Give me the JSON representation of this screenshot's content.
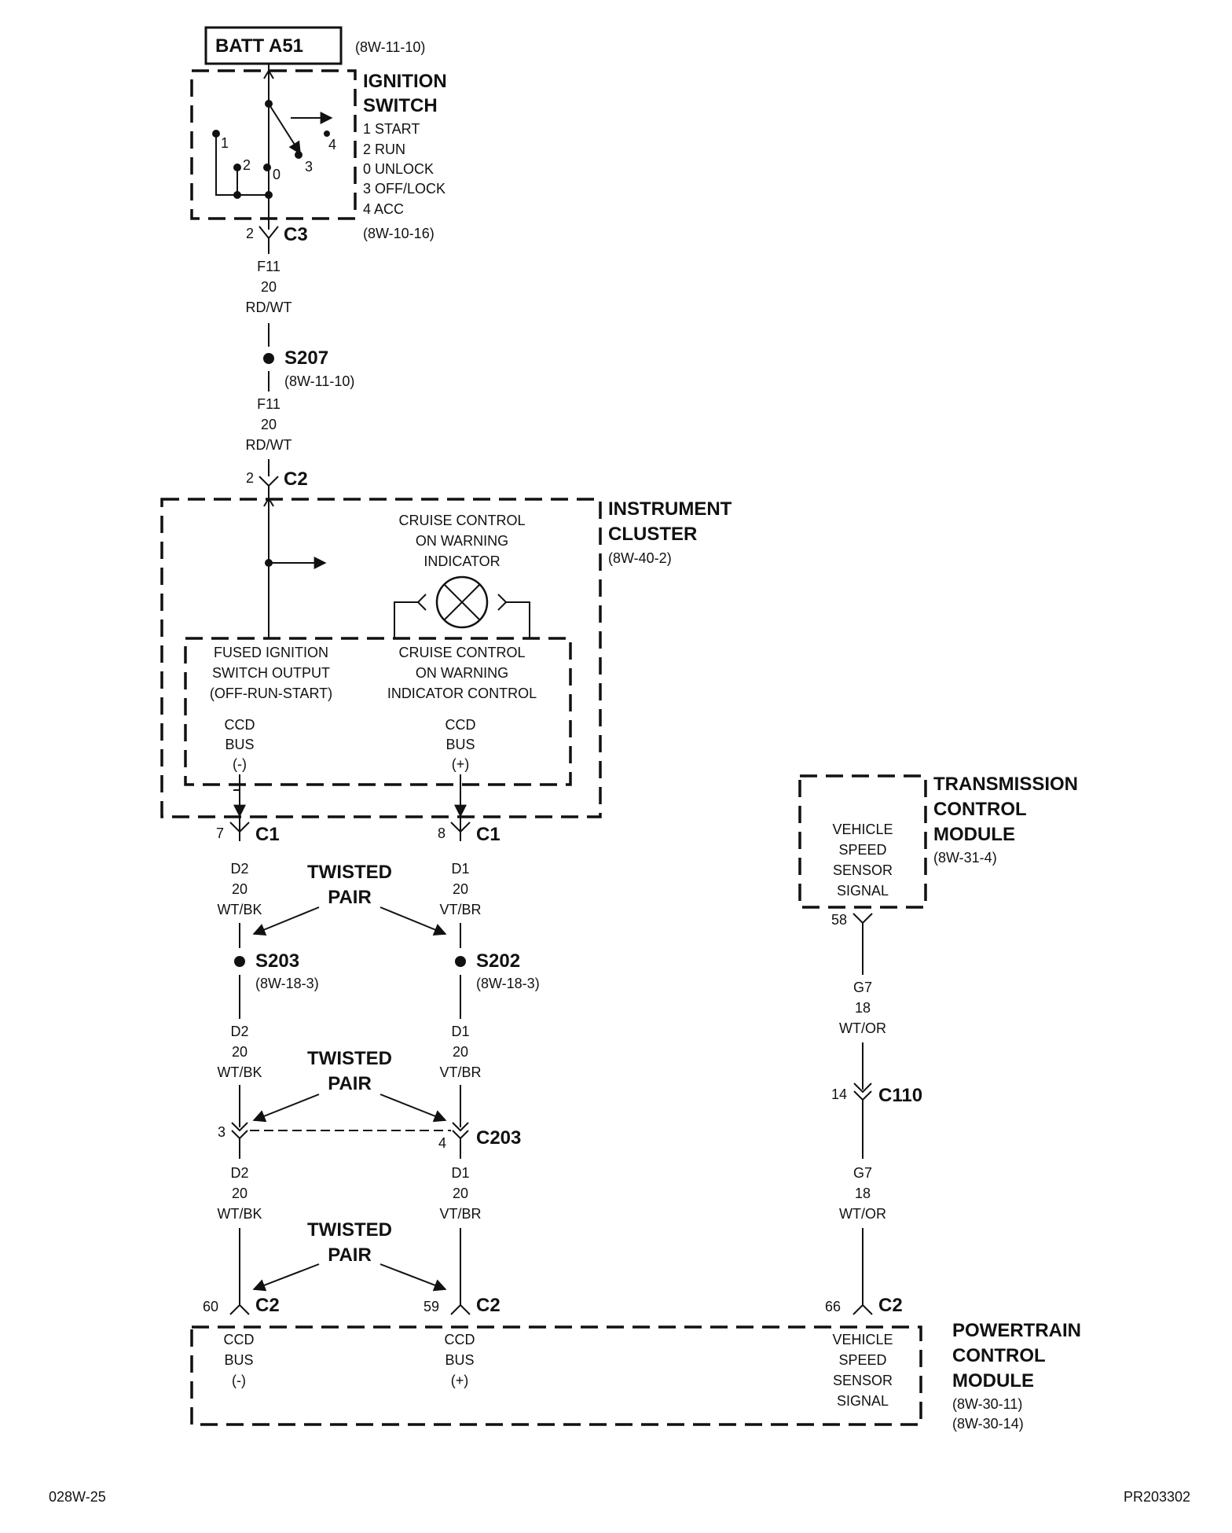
{
  "battery": {
    "label": "BATT A51",
    "ref": "(8W-11-10)"
  },
  "ignition_switch": {
    "title_1": "IGNITION",
    "title_2": "SWITCH",
    "legend": [
      "1 START",
      "2 RUN",
      "0 UNLOCK",
      "3 OFF/LOCK",
      "4 ACC"
    ],
    "ref": "(8W-10-16)",
    "positions": [
      "1",
      "2",
      "0",
      "3",
      "4"
    ]
  },
  "top_connector": {
    "pin": "2",
    "name": "C3"
  },
  "wire_f11_upper": {
    "circuit": "F11",
    "gauge": "20",
    "color": "RD/WT"
  },
  "splice_s207": {
    "name": "S207",
    "ref": "(8W-11-10)"
  },
  "wire_f11_lower": {
    "circuit": "F11",
    "gauge": "20",
    "color": "RD/WT"
  },
  "cluster_connector": {
    "pin": "2",
    "name": "C2"
  },
  "instrument_cluster": {
    "title_1": "INSTRUMENT",
    "title_2": "CLUSTER",
    "ref": "(8W-40-2)",
    "indicator": [
      "CRUISE CONTROL",
      "ON WARNING",
      "INDICATOR"
    ],
    "fused_output": [
      "FUSED IGNITION",
      "SWITCH OUTPUT",
      "(OFF-RUN-START)"
    ],
    "indicator_control": [
      "CRUISE CONTROL",
      "ON WARNING",
      "INDICATOR CONTROL"
    ],
    "ccd_minus": [
      "CCD",
      "BUS",
      "(-)"
    ],
    "ccd_plus": [
      "CCD",
      "BUS",
      "(+)"
    ]
  },
  "c1_left": {
    "pin": "7",
    "name": "C1"
  },
  "c1_right": {
    "pin": "8",
    "name": "C1"
  },
  "twisted_pair_label": [
    "TWISTED",
    "PAIR"
  ],
  "wire_d2_a": {
    "circuit": "D2",
    "gauge": "20",
    "color": "WT/BK"
  },
  "wire_d1_a": {
    "circuit": "D1",
    "gauge": "20",
    "color": "VT/BR"
  },
  "splice_s203": {
    "name": "S203",
    "ref": "(8W-18-3)"
  },
  "splice_s202": {
    "name": "S202",
    "ref": "(8W-18-3)"
  },
  "wire_d2_b": {
    "circuit": "D2",
    "gauge": "20",
    "color": "WT/BK"
  },
  "wire_d1_b": {
    "circuit": "D1",
    "gauge": "20",
    "color": "VT/BR"
  },
  "c203": {
    "pin_left": "3",
    "pin_right": "4",
    "name": "C203"
  },
  "wire_d2_c": {
    "circuit": "D2",
    "gauge": "20",
    "color": "WT/BK"
  },
  "wire_d1_c": {
    "circuit": "D1",
    "gauge": "20",
    "color": "VT/BR"
  },
  "pcm_c2": {
    "pin_60": "60",
    "pin_59": "59",
    "pin_66": "66",
    "name": "C2"
  },
  "tcm": {
    "title_1": "TRANSMISSION",
    "title_2": "CONTROL",
    "title_3": "MODULE",
    "ref": "(8W-31-4)",
    "signal": [
      "VEHICLE",
      "SPEED",
      "SENSOR",
      "SIGNAL"
    ],
    "pin": "58"
  },
  "wire_g7_a": {
    "circuit": "G7",
    "gauge": "18",
    "color": "WT/OR"
  },
  "c110": {
    "pin": "14",
    "name": "C110"
  },
  "wire_g7_b": {
    "circuit": "G7",
    "gauge": "18",
    "color": "WT/OR"
  },
  "pcm": {
    "title_1": "POWERTRAIN",
    "title_2": "CONTROL",
    "title_3": "MODULE",
    "ref_1": "(8W-30-11)",
    "ref_2": "(8W-30-14)",
    "ccd_minus": [
      "CCD",
      "BUS",
      "(-)"
    ],
    "ccd_plus": [
      "CCD",
      "BUS",
      "(+)"
    ],
    "vss": [
      "VEHICLE",
      "SPEED",
      "SENSOR",
      "SIGNAL"
    ]
  },
  "footer": {
    "left": "028W-25",
    "right": "PR203302"
  }
}
